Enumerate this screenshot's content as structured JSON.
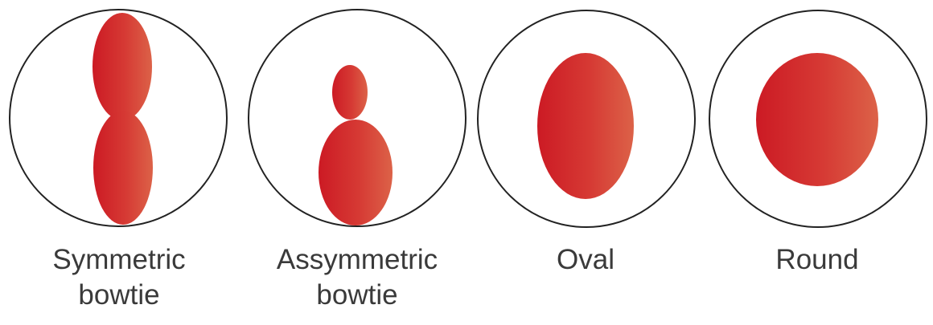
{
  "diagram": {
    "panels": [
      {
        "id": "symmetric-bowtie",
        "label_lines": [
          "Symmetric",
          "bowtie"
        ]
      },
      {
        "id": "assymmetric-bowtie",
        "label_lines": [
          "Assymmetric",
          "bowtie"
        ]
      },
      {
        "id": "oval",
        "label_lines": [
          "Oval"
        ]
      },
      {
        "id": "round",
        "label_lines": [
          "Round"
        ]
      }
    ],
    "colors": {
      "circle_stroke": "#222222",
      "shape_gradient_start": "#cc1a24",
      "shape_gradient_end": "#dc6248",
      "label_text": "#3a3a3a"
    }
  }
}
